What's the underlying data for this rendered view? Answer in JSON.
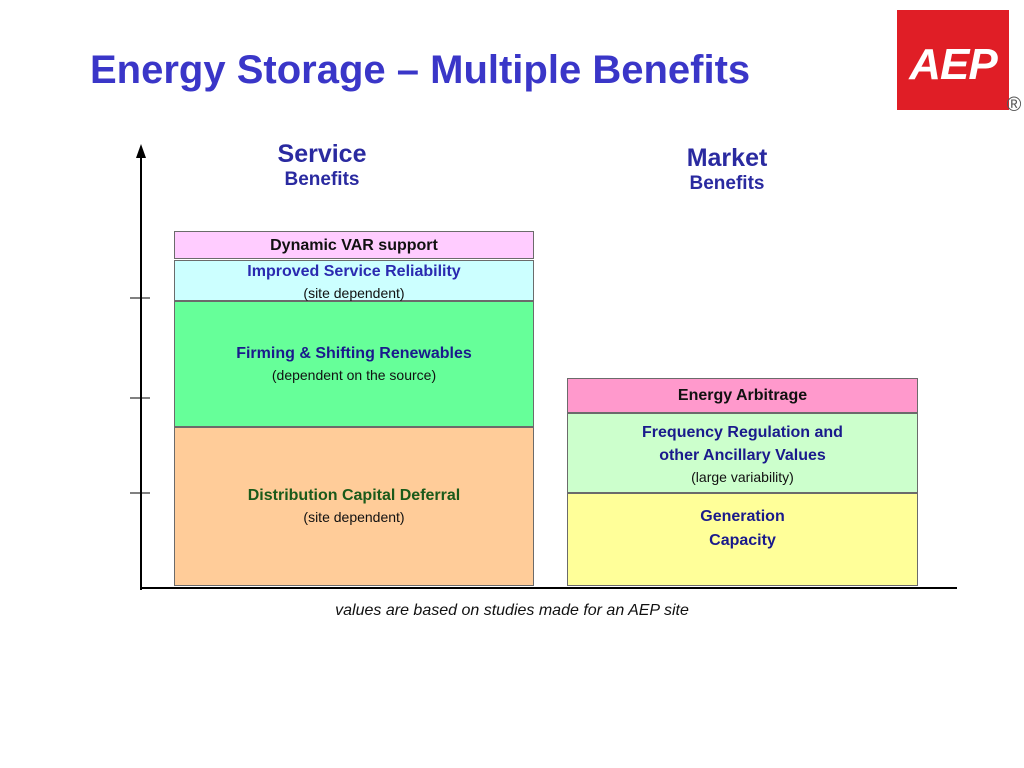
{
  "title": "Energy Storage – Multiple Benefits",
  "logo": {
    "text": "AEP",
    "registered": "®"
  },
  "columns": {
    "service": {
      "head": "Service",
      "sub": "Benefits"
    },
    "market": {
      "head": "Market",
      "sub": "Benefits"
    }
  },
  "service_blocks": [
    {
      "label": "Dynamic VAR support",
      "note": "",
      "fill": "#ffccff",
      "text_color": "#111111"
    },
    {
      "label": "Improved Service Reliability",
      "note": "(site dependent)",
      "fill": "#ccffff",
      "text_color": "#2a2ab0"
    },
    {
      "label": "Firming & Shifting Renewables",
      "note": "(dependent on the source)",
      "fill": "#66ff99",
      "text_color": "#1a1a8c"
    },
    {
      "label": "Distribution Capital Deferral",
      "note": "(site dependent)",
      "fill": "#ffcc99",
      "text_color": "#1a5a1a"
    }
  ],
  "market_blocks": [
    {
      "label": "Energy Arbitrage",
      "note": "",
      "fill": "#ff99cc",
      "text_color": "#111111"
    },
    {
      "label": "Frequency Regulation and\nother Ancillary Values",
      "note": "(large variability)",
      "fill": "#ccffcc",
      "text_color": "#1a1a8c"
    },
    {
      "label": "Generation\nCapacity",
      "note": "",
      "fill": "#ffff99",
      "text_color": "#1a1a8c"
    }
  ],
  "footnote": "values are based on studies made for an AEP site",
  "colors": {
    "title": "#3a36c8",
    "logo": "#e01e26"
  }
}
